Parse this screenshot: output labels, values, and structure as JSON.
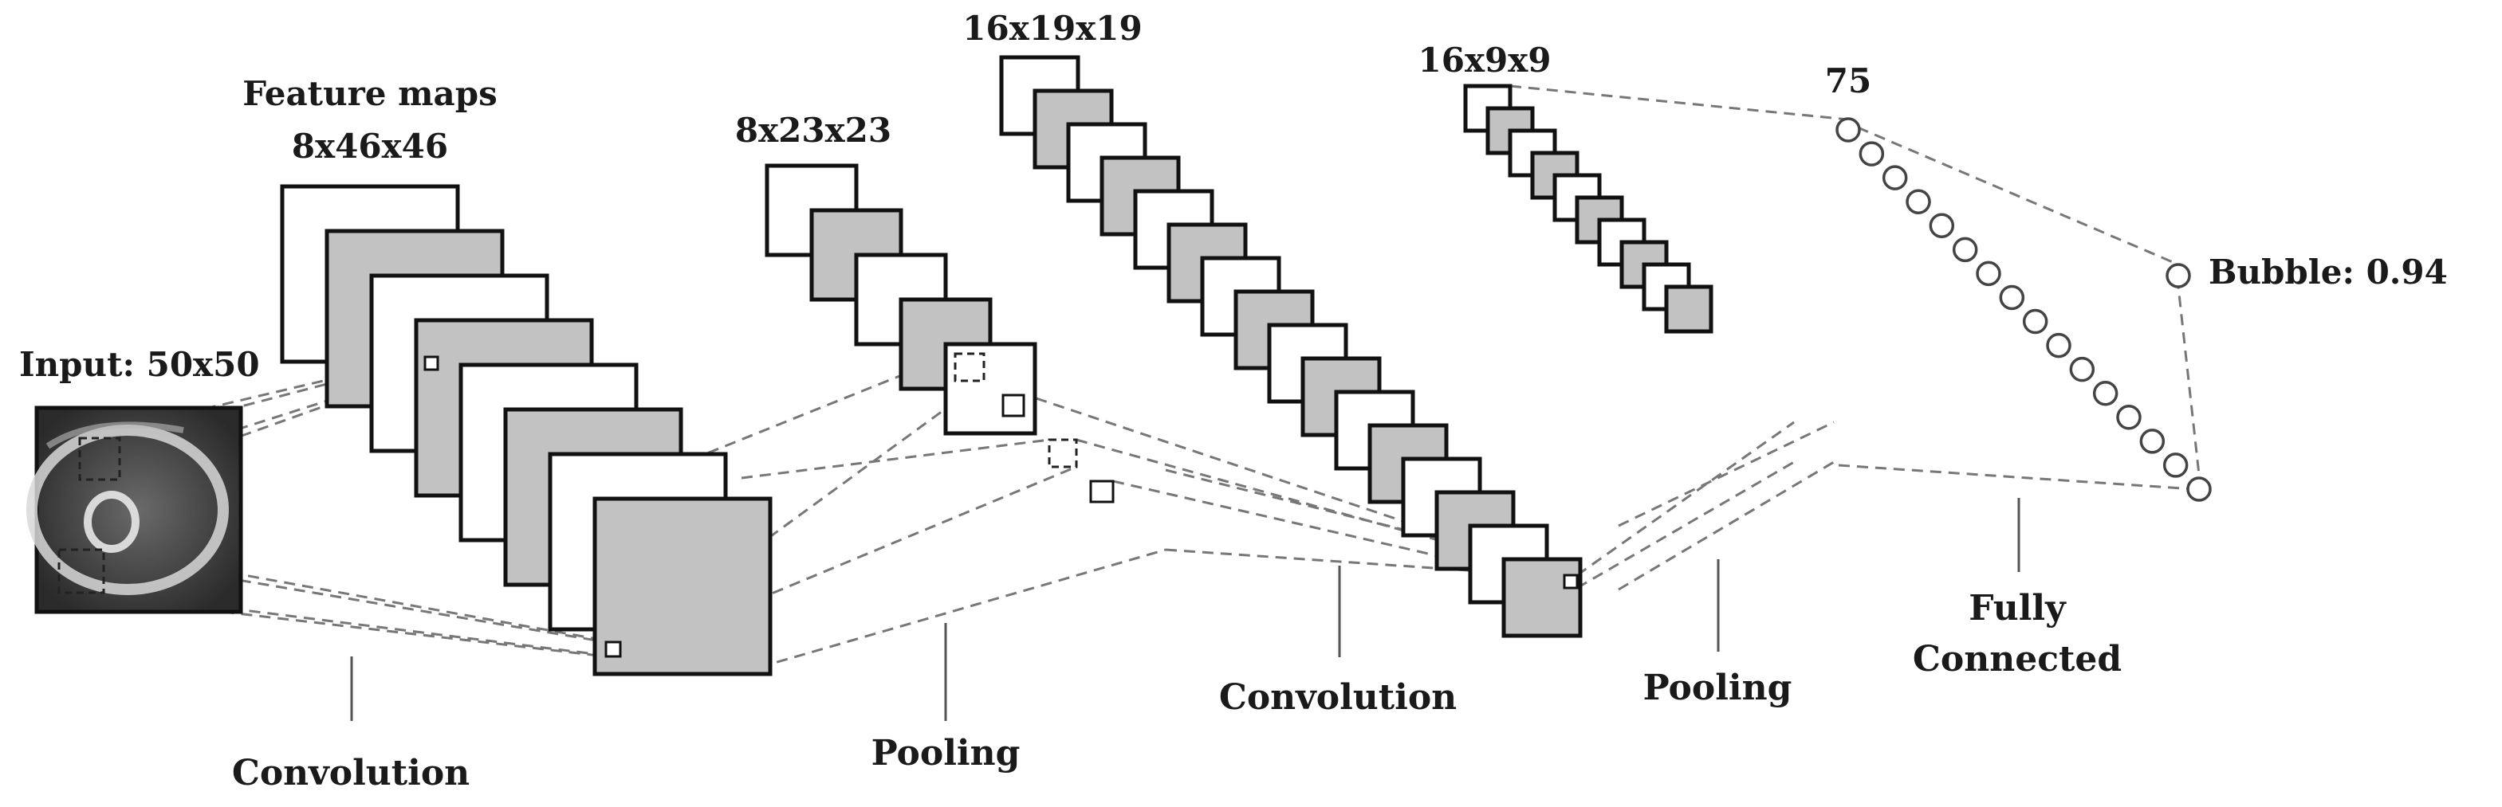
{
  "labels": {
    "input": "Input: 50x50",
    "feature_maps_title": "Feature maps",
    "feature_maps_dims": "8x46x46",
    "pool1_dims": "8x23x23",
    "conv2_dims": "16x19x19",
    "pool2_dims": "16x9x9",
    "fc_units": "75",
    "output": "Bubble: 0.94"
  },
  "stages": {
    "conv1": "Convolution",
    "pool1": "Pooling",
    "conv2": "Convolution",
    "pool2": "Pooling",
    "fc_line1": "Fully",
    "fc_line2": "Connected"
  },
  "colors": {
    "map_white": "#ffffff",
    "map_gray": "#c2c2c2",
    "outline": "#111111",
    "connector": "#777777"
  }
}
